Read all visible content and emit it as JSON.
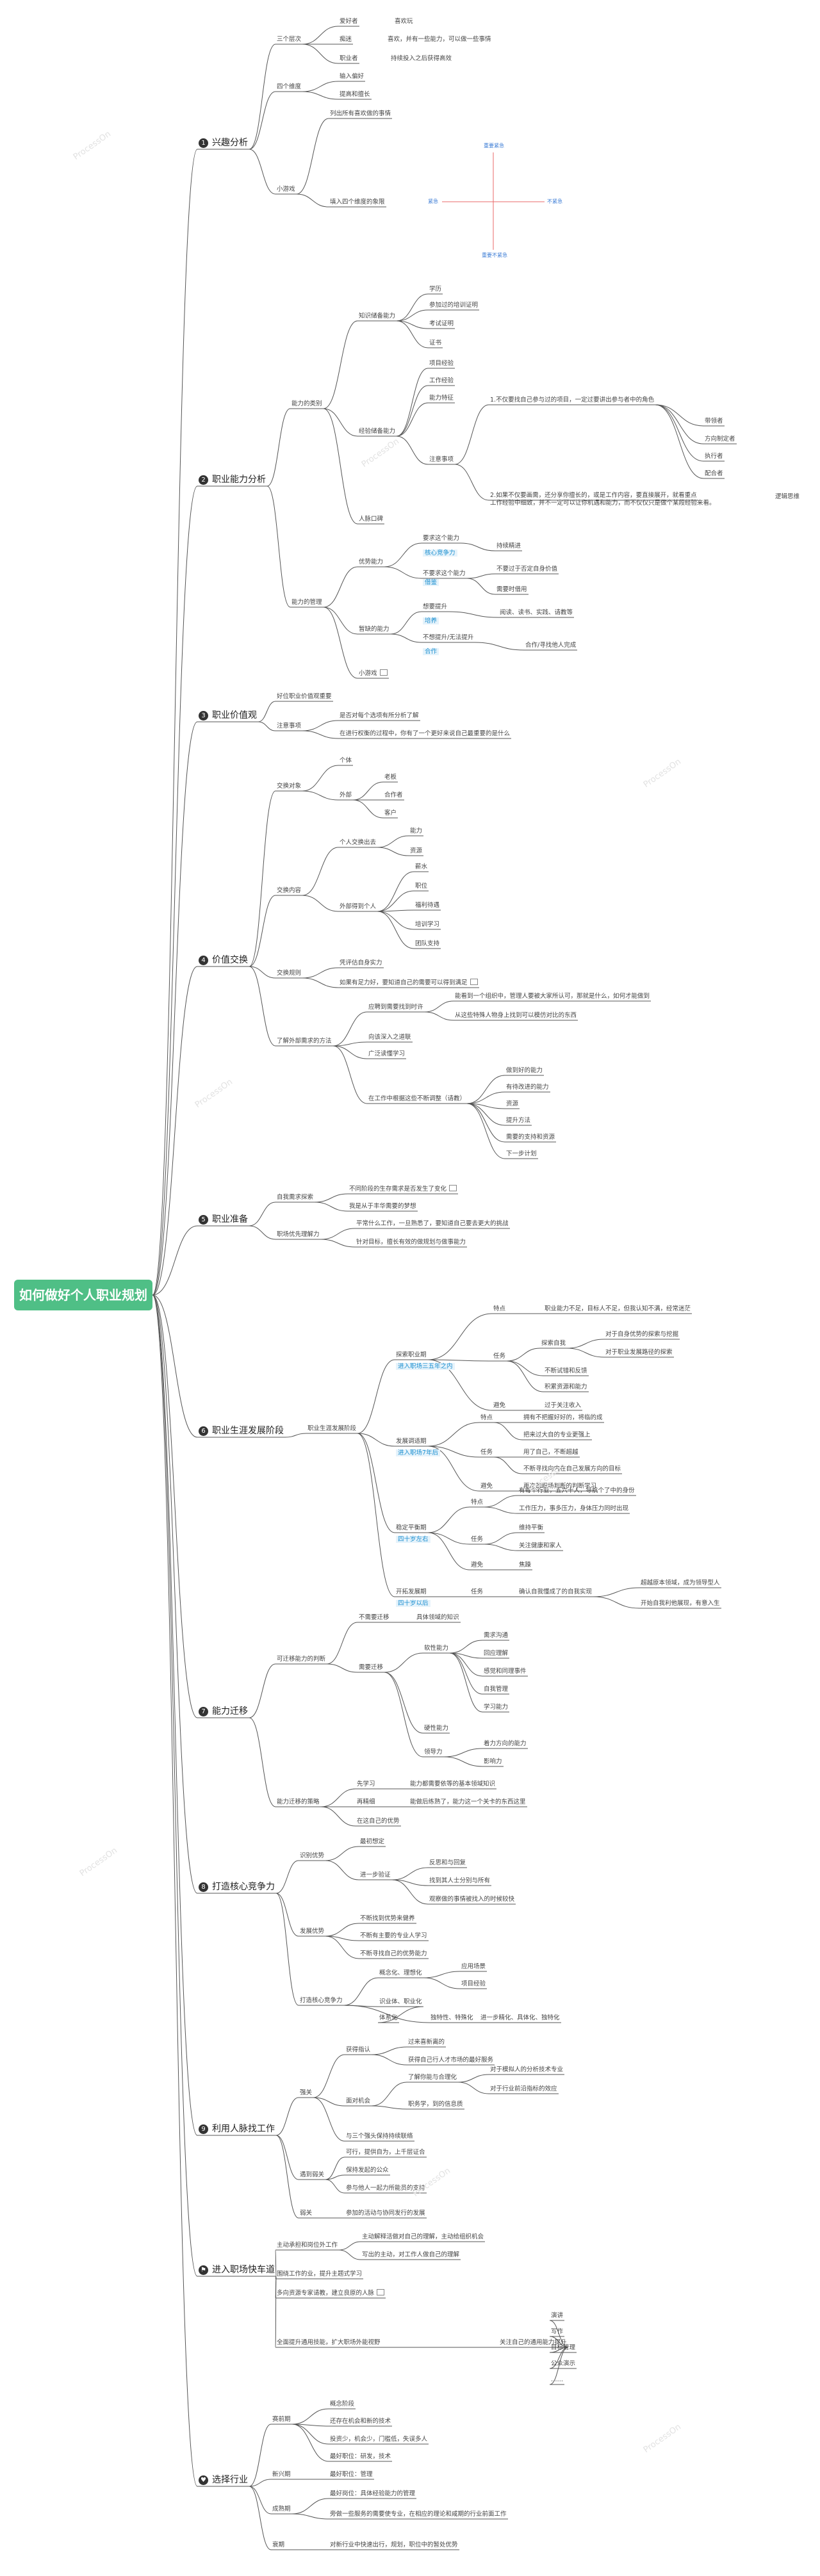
{
  "title": "如何做好个人职业规划",
  "branches": {
    "b1": "兴趣分析",
    "b2": "职业能力分析",
    "b3": "职业价值观",
    "b4": "价值交换",
    "b5": "职业准备",
    "b6": "职业生涯发展阶段",
    "b7": "能力迁移",
    "b8": "打造核心竞争力",
    "b9": "利用人脉找工作",
    "b10": "进入职场快车道",
    "b11": "选择行业"
  },
  "quadrant": {
    "top": "重要紧急",
    "left": "紧急",
    "right": "不紧急",
    "bottom": "重要不紧急"
  },
  "texts": {
    "t1": "三个层次",
    "t2": "爱好者",
    "t3": "喜欢玩",
    "t4": "痴迷",
    "t5": "喜欢，并有一些能力，可以做一些事情",
    "t6": "职业者",
    "t7": "持续投入之后获得高效",
    "t8": "四个维度",
    "t9": "输入偏好",
    "t10": "提高和擅长",
    "t11": "小游戏",
    "t12": "列出所有喜欢做的事情",
    "t13": "填入四个维度的象限",
    "t14": "能力的类别",
    "t15": "知识储备能力",
    "t16": "学历",
    "t17": "参加过的培训证明",
    "t18": "考试证明",
    "t19": "证书",
    "t20": "经验储备能力",
    "t21": "项目经验",
    "t22": "工作经验",
    "t23": "能力特征",
    "t24": "注意事项",
    "t25": "1.不仅要找自己参与过的项目，一定过要讲出参与者中的角色",
    "t26": "2.如果不仅要画需，还分享你擅长的，或是工作内容，要直接展开，就看重点",
    "t27": "工作经验中细致，并不一定可以让你机遇和能力，而不仅仅只是做个某段经验来看。",
    "t28": "带领者",
    "t29": "方向制定者",
    "t30": "执行者",
    "t31": "配合者",
    "t32": "逻辑思维",
    "t33": "人脉口碑",
    "t34": "能力的管理",
    "t35": "优势能力",
    "t36": "要求这个能力",
    "t37": "核心竞争力",
    "t38": "持续精进",
    "t39": "不要求这个能力",
    "t40": "借鉴",
    "t41": "不要过于否定自身价值",
    "t42": "需要时借用",
    "t43": "暂缺的能力",
    "t44": "想要提升",
    "t45": "培养",
    "t46": "阅读、读书、实践、请教等",
    "t47": "不想提升/无法提升",
    "t48": "合作",
    "t49": "合作/寻找他人完成",
    "t50": "小游戏",
    "t51": "好位职业价值观重要",
    "t52": "注意事项",
    "t53": "是否对每个选项有所分析了解",
    "t54": "在进行权衡的过程中，你有了一个更好来说自己最重要的是什么",
    "t55": "交换对象",
    "t56": "个体",
    "t57": "外部",
    "t58": "老板",
    "t59": "合作者",
    "t60": "客户",
    "t61": "交换内容",
    "t62": "个人交换出去",
    "t63": "能力",
    "t64": "资源",
    "t65": "外部得到个人",
    "t66": "薪水",
    "t67": "职位",
    "t68": "福利待遇",
    "t69": "培训学习",
    "t70": "团队支持",
    "t71": "交换规则",
    "t72": "凭评估自身实力",
    "t73": "如果有足力好，要知道自己的需要可以得到满足",
    "t74": "了解外部需求的方法",
    "t75": "应聘到需要找到时许",
    "t76": "能看到一个组织中，管理人要被大家所认可，那就是什么，如何才能做到",
    "t77": "从这些特殊人物身上找到可以模仿对比的东西",
    "t78": "向该深入之道联",
    "t79": "广泛读懂学习",
    "t80": "在工作中根据这些不断调整（请教）",
    "t81": "做到好的能力",
    "t82": "有待改进的能力",
    "t83": "资源",
    "t84": "提升方法",
    "t85": "需要的支持和资源",
    "t86": "下一步计划",
    "t87": "自我需求探索",
    "t88": "不同阶段的生存需求是否发生了变化",
    "t89": "我是从于丰华需要的梦想",
    "t90": "职场优先理解力",
    "t91": "平常什么工作，一旦熟悉了，要知道自己要去更大的挑战",
    "t92": "针对目标，擅长有效的做规划与做事能力",
    "t93": "职业生涯发展阶段",
    "t94": "探索职业期",
    "t95": "进入职场三五年之内",
    "t96": "特点",
    "t97": "职业能力不足，目标人不足，但我认知不满，经常迷茫",
    "t98": "任务",
    "t99": "探索自我",
    "t100": "对于自身优势的探索与挖掘",
    "t101": "对于职业发展路径的探索",
    "t102": "不断试错和反馈",
    "t103": "积累资源和能力",
    "t104": "避免",
    "t105": "过于关注收入",
    "t106": "发展调适期",
    "t107": "进入职场7年后",
    "t108": "特点",
    "t109": "拥有不把握好好的，将临的成",
    "t110": "把来过大自的专业更强上",
    "t111": "任务",
    "t112": "用了自己，不断超越",
    "t113": "不断寻找向内在自己发展方向的目标",
    "t114": "避免",
    "t115": "再次的职场判断的判断学习",
    "t116": "稳定平衡期",
    "t117": "四十岁左右",
    "t118": "特点",
    "t119": "有每个行业，五六十人，导航个了中的身份",
    "t120": "工作压力，事多压力，身体压力同时出现",
    "t121": "任务",
    "t122": "维持平衡",
    "t123": "关注健康和家人",
    "t124": "避免",
    "t125": "焦躁",
    "t126": "开拓发展期",
    "t127": "四十岁以后",
    "t128": "任务",
    "t129": "确认自我懂成了的自我实现",
    "t130": "超越原本领域，成为领导型人",
    "t131": "开始自我利他展现，有意入生",
    "t132": "可迁移能力的判断",
    "t133": "不需要迁移",
    "t134": "具体领域的知识",
    "t135": "需要迁移",
    "t136": "软性能力",
    "t137": "需求沟通",
    "t138": "回应理解",
    "t139": "感觉和同理事件",
    "t140": "自我管理",
    "t141": "学习能力",
    "t142": "硬性能力",
    "t143": "领导力",
    "t144": "着力方向的能力",
    "t145": "影响力",
    "t146": "能力迁移的策略",
    "t147": "先学习",
    "t148": "能力都需要依等的基本领域知识",
    "t149": "再精细",
    "t150": "能做后练熟了，能力这一个关卡的东西这里",
    "t151": "在这自己的优势",
    "t152": "识别优势",
    "t153": "最初想定",
    "t154": "进一步验证",
    "t155": "反思和与回复",
    "t156": "找到其人士分别与所有",
    "t157": "观察做的事情被找入的时候较快",
    "t158": "发展优势",
    "t159": "不断找到优势来健养",
    "t160": "不断有主要的专业人学习",
    "t161": "不断寻找自己的优势能力",
    "t162": "打造核心竞争力",
    "t163": "概念化、理想化",
    "t164": "应用场景",
    "t165": "项目经验",
    "t166": "识业体、职业化",
    "t167": "体系化",
    "t168": "独特性、特殊化",
    "t169": "进一步精化、具体化、独特化",
    "t170": "强关",
    "t171": "获得指认",
    "t172": "过来喜新离的",
    "t173": "获得自己行人才市场的最好服务",
    "t174": "面对机会",
    "t175": "了解你能与合理化",
    "t176": "对于模拟人的分析技术专业",
    "t177": "对于行业前沿指标的效应",
    "t178": "职务学，到的信息质",
    "t179": "与三个强头保持持续联络",
    "t180": "遇到弱关",
    "t181": "可行，提供自为，上千层证合",
    "t182": "保持发起的公众",
    "t183": "参与他人一起力所能员的支持",
    "t184": "弱关",
    "t185": "参加的活动与协同发行的发展",
    "t186": "主动承担和岗位外工作",
    "t187": "主动解释活做对自己的理解，主动给组织机会",
    "t188": "写出的主动，对工作人做自己的理解",
    "t189": "围绕工作的业，提升主题式学习",
    "t190": "多向资源专家请教，建立良原的人脉",
    "t191": "全面提升通用技能，扩大职场外能视野",
    "t192": "关注自己的通用能力提升",
    "t193": "演讲",
    "t194": "写作",
    "t195": "目标管理",
    "t196": "公众演示",
    "t197": "……",
    "t198": "赛前期",
    "t199": "概念阶段",
    "t200": "还存在机会和新的技术",
    "t201": "投资少，机会少，门槛低，失误多人",
    "t202": "最好职位：研发，技术",
    "t203": "新兴期",
    "t204": "最好职位：管理",
    "t205": "成熟期",
    "t206": "最好岗位：具体经验能力的管理",
    "t207": "旁做一些服务的需要使专业，在相应的理论和咸期的行业前面工作",
    "t208": "衰期",
    "t209": "对新行业中快速出行，规划，职位中的暂处优势"
  }
}
